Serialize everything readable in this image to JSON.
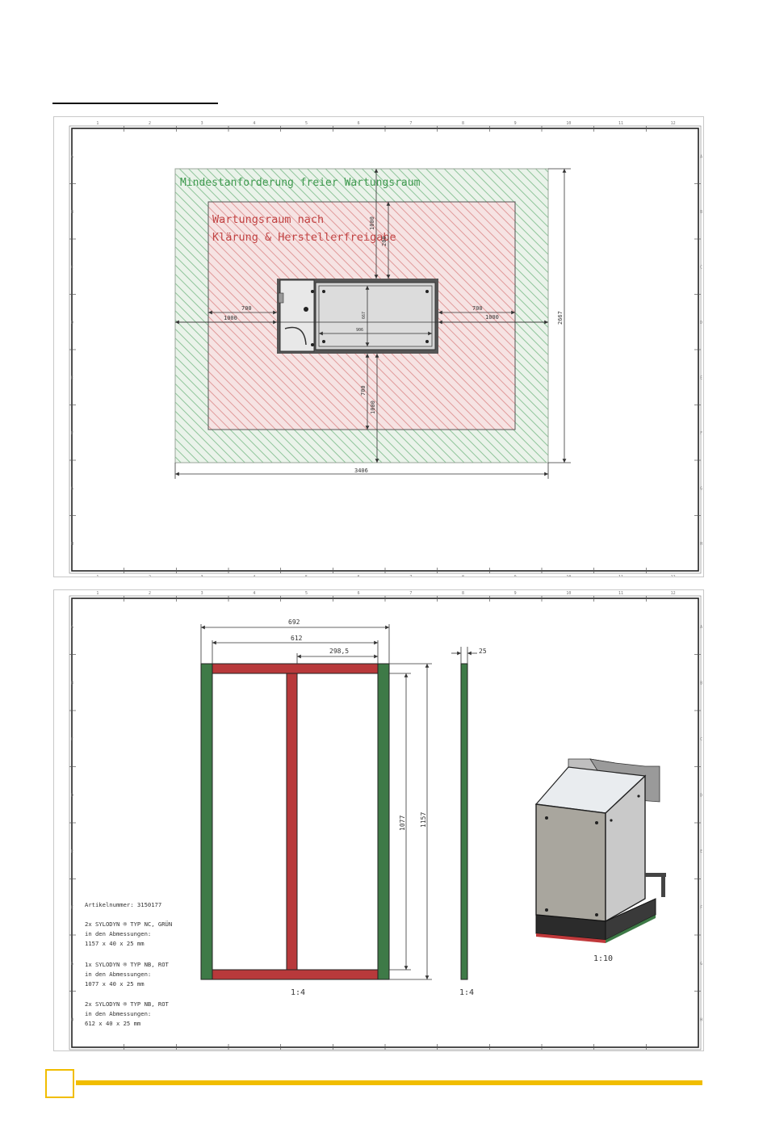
{
  "colors": {
    "green_zone": "#3f9a4f",
    "red_zone": "#d24b4b",
    "green_profile": "#3e7a47",
    "red_profile": "#b8393b",
    "dim_line": "#333333",
    "accent": "#f1bd00"
  },
  "grid": {
    "columns": [
      "1",
      "2",
      "3",
      "4",
      "5",
      "6",
      "7",
      "8",
      "9",
      "10",
      "11",
      "12"
    ],
    "rows": [
      "A",
      "B",
      "C",
      "D",
      "E",
      "F",
      "G",
      "H"
    ],
    "rows2": [
      "A",
      "B",
      "C",
      "D",
      "E",
      "F",
      "G",
      "H"
    ]
  },
  "sheet1": {
    "green_zone_label": "Mindestanforderung freier Wartungsraum",
    "red_zone_label_line1": "Wartungsraum nach",
    "red_zone_label_line2": "Klärung & Herstellerfreigabe",
    "dims": {
      "top_1000": "1000",
      "top_200": "200",
      "left_700": "700",
      "left_1000": "1000",
      "right_700": "700",
      "right_1000": "1000",
      "inner_w": "906",
      "inner_h": "667",
      "bottom_700": "700",
      "bottom_1000": "1000",
      "total_height": "2667",
      "total_width": "3406"
    }
  },
  "sheet2": {
    "dims": {
      "w692": "692",
      "w612": "612",
      "w2985": "298,5",
      "h1077": "1077",
      "h1157": "1157",
      "w25": "25"
    },
    "scale_frame": "1:4",
    "scale_side": "1:4",
    "scale_iso": "1:10",
    "notes": {
      "article": "Artikelnummer: 3150177",
      "item1_line1": "2x SYLODYN ® TYP NC, GRÜN",
      "item1_line2": "in den Abmessungen:",
      "item1_line3": "1157 x 40 x 25 mm",
      "item2_line1": "1x SYLODYN ® TYP NB, ROT",
      "item2_line2": "in den Abmessungen:",
      "item2_line3": "1077 x 40 x 25 mm",
      "item3_line1": "2x SYLODYN ® TYP NB, ROT",
      "item3_line2": "in den Abmessungen:",
      "item3_line3": "612 x 40 x 25 mm"
    }
  }
}
